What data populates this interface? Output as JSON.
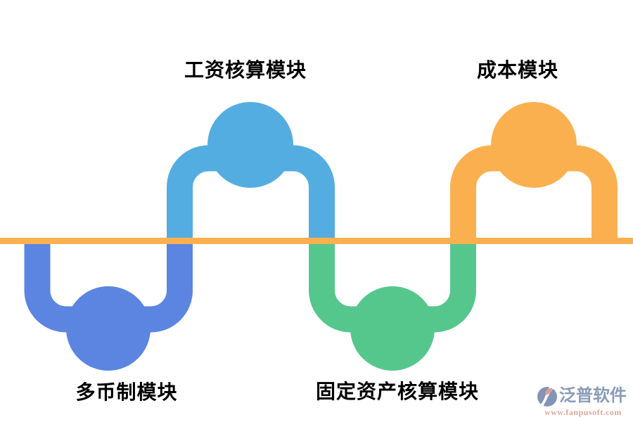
{
  "diagram": {
    "type": "alternating-wave-module-diagram",
    "background": "#ffffff",
    "axis": {
      "color": "#FBB04F",
      "orientation": "horizontal"
    }
  },
  "modules": [
    {
      "label": "工资核算模块",
      "position": "top-left-arch",
      "color": "#54ADE0"
    },
    {
      "label": "成本模块",
      "position": "top-right-arch",
      "color": "#FBB04F"
    },
    {
      "label": "多币制模块",
      "position": "bottom-left-u",
      "color": "#5B85E0"
    },
    {
      "label": "固定资产核算模块",
      "position": "bottom-center-u",
      "color": "#55C78D"
    }
  ],
  "logo": {
    "name": "泛普软件",
    "url": "www.fanpusoft.com",
    "name_color": "#8A9BB8",
    "url_color": "#E2A69C",
    "icon_main_color": "#8494B6",
    "icon_accent_color": "#DE9E92"
  }
}
